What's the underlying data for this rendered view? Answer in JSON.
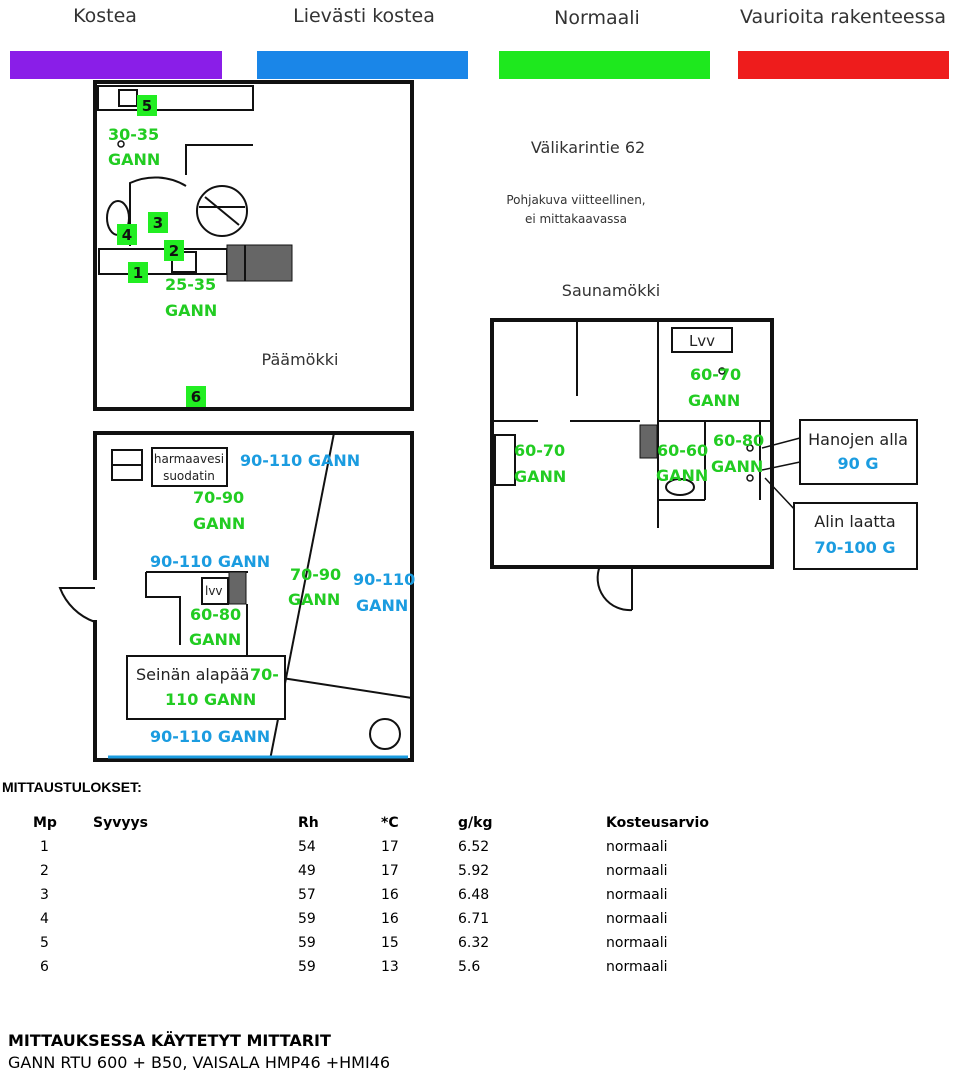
{
  "legend": [
    {
      "label": "Kostea",
      "color": "#8a1ee8"
    },
    {
      "label": "Lievästi kostea",
      "color": "#1a86e8"
    },
    {
      "label": "Normaali",
      "color": "#1ee81e"
    },
    {
      "label": "Vaurioita rakenteessa",
      "color": "#ee1c1c"
    }
  ],
  "site": {
    "address": "Välikarintie 62",
    "note_line1": "Pohjakuva viitteellinen,",
    "note_line2": "ei mittakaavassa"
  },
  "buildings": {
    "main": "Päämökki",
    "sauna": "Saunamökki"
  },
  "points": [
    "1",
    "2",
    "3",
    "4",
    "5",
    "6"
  ],
  "plan_labels": {
    "p5_range": "30-35",
    "p2_range": "25-35",
    "gann": "GANN",
    "filter_line1": "harmaavesi",
    "filter_line2": "suodatin",
    "blue_top": "90-110 GANN",
    "green_a": "70-90",
    "blue_mid": "90-110 GANN",
    "green_b": "70-90",
    "blue_right": "90-110",
    "lvv_small": "lvv",
    "green_c": "60-80",
    "wall_line1": "Seinän alapää",
    "wall_range_a": "70-",
    "wall_range_b": "110 GANN",
    "blue_bottom": "90-110 GANN",
    "sauna_lvv": "Lvv",
    "sauna_a": "60-70",
    "sauna_b": "60-70",
    "sauna_c": "60-60",
    "sauna_d": "60-80",
    "taps_title": "Hanojen alla",
    "taps_value": "90 G",
    "tile_title": "Alin laatta",
    "tile_value": "70-100 G"
  },
  "results": {
    "title": "MITTAUSTULOKSET:",
    "headers": [
      "Mp",
      "Syvyys",
      "Rh",
      "*C",
      "g/kg",
      "Kosteusarvio"
    ],
    "rows": [
      [
        "1",
        "",
        "54",
        "17",
        "6.52",
        "normaali"
      ],
      [
        "2",
        "",
        "49",
        "17",
        "5.92",
        "normaali"
      ],
      [
        "3",
        "",
        "57",
        "16",
        "6.48",
        "normaali"
      ],
      [
        "4",
        "",
        "59",
        "16",
        "6.71",
        "normaali"
      ],
      [
        "5",
        "",
        "59",
        "15",
        "6.32",
        "normaali"
      ],
      [
        "6",
        "",
        "59",
        "13",
        "5.6",
        "normaali"
      ]
    ]
  },
  "instruments": {
    "title": "MITTAUKSESSA KÄYTETYT MITTARIT",
    "text": "GANN RTU 600 + B50, VAISALA HMP46 +HMI46"
  }
}
